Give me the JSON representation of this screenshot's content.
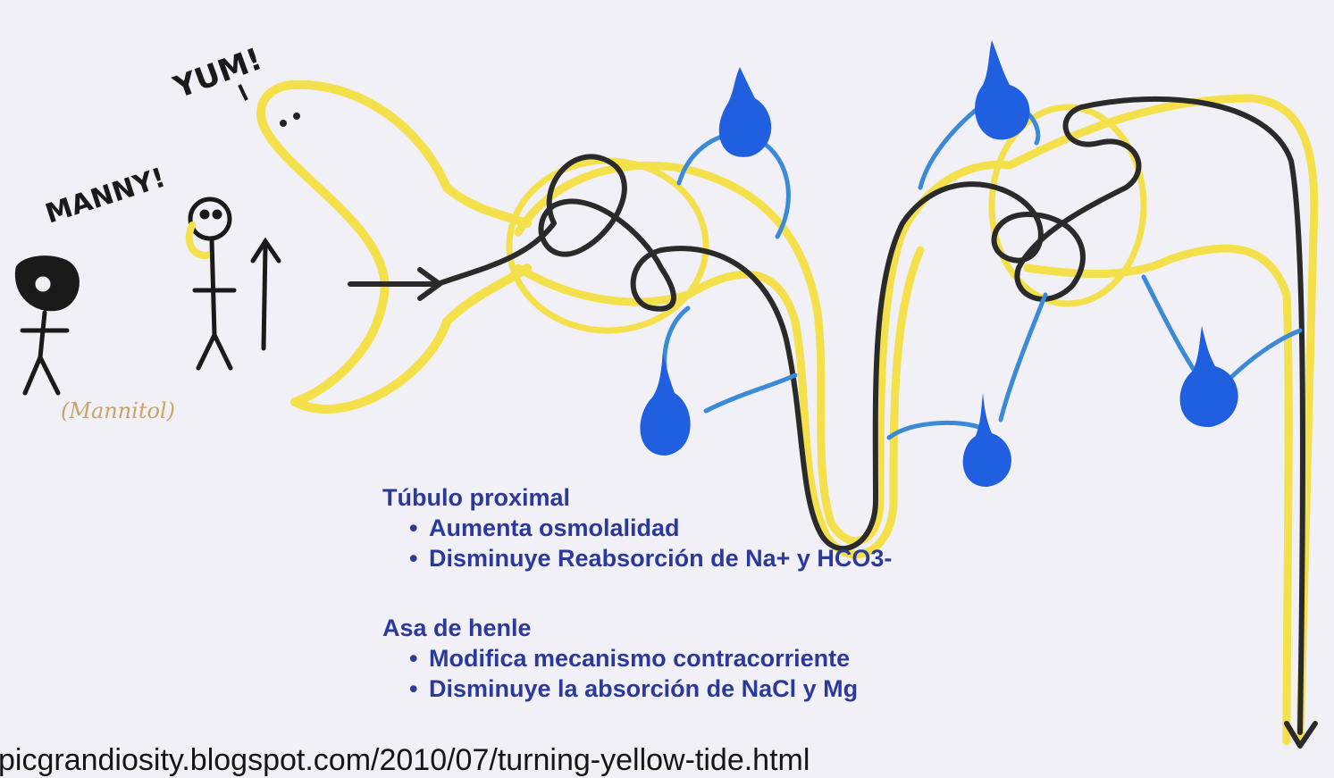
{
  "drawing": {
    "labels": {
      "manny": "MANNY!",
      "yum": "YUM!",
      "mannitol": "(Mannitol)"
    },
    "colors": {
      "background": "#f1f0f6",
      "tubule": "#f3e04a",
      "dark_line": "#2a2a2a",
      "cells": "#1f5fe0",
      "arrows": "#3a8ad8",
      "text": "#2b3a9a"
    }
  },
  "notes": {
    "proximal": {
      "heading": "Túbulo proximal",
      "bullets": [
        "Aumenta osmolalidad",
        "Disminuye Reabsorción de Na+ y HCO3-"
      ]
    },
    "henle": {
      "heading": "Asa de henle",
      "bullets": [
        "Modifica mecanismo contracorriente",
        "Disminuye la absorción de NaCl y Mg"
      ]
    }
  },
  "source_url": "picgrandiosity.blogspot.com/2010/07/turning-yellow-tide.html"
}
